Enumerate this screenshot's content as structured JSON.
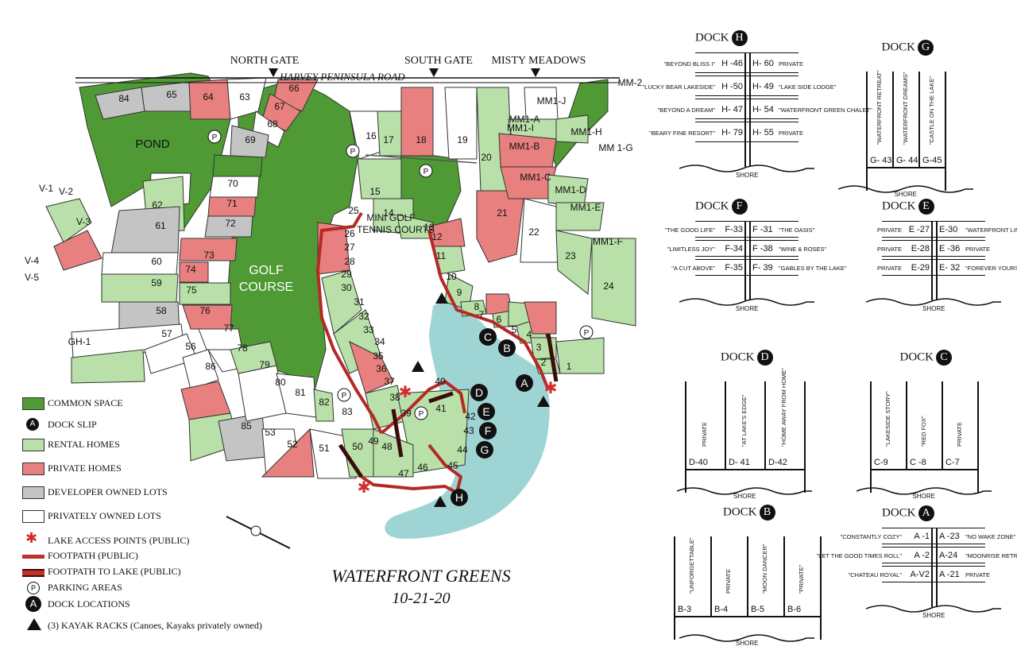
{
  "map": {
    "title": "WATERFRONT GREENS",
    "date": "10-21-20",
    "road": "HARVEY PENINSULA ROAD",
    "gates": [
      "NORTH GATE",
      "SOUTH GATE",
      "MISTY MEADOWS"
    ],
    "areas": {
      "pond": "POND",
      "golf": "GOLF",
      "course": "COURSE",
      "mini": "MINI GOLF",
      "tennis": "TENNIS COURTS"
    },
    "lot_labels": [
      "84",
      "65",
      "64",
      "63",
      "66",
      "67",
      "68",
      "69",
      "70",
      "71",
      "72",
      "73",
      "74",
      "75",
      "76",
      "77",
      "78",
      "79",
      "80",
      "81",
      "82",
      "83",
      "85",
      "86",
      "56",
      "57",
      "58",
      "59",
      "60",
      "61",
      "62",
      "53",
      "52",
      "51",
      "50",
      "49",
      "48",
      "47",
      "46",
      "45",
      "44",
      "43",
      "42",
      "41",
      "40",
      "39",
      "38",
      "37",
      "36",
      "35",
      "34",
      "33",
      "32",
      "31",
      "30",
      "29",
      "28",
      "27",
      "26",
      "25",
      "15",
      "16",
      "17",
      "18",
      "19",
      "20",
      "21",
      "22",
      "23",
      "24",
      "14",
      "13",
      "12",
      "11",
      "10",
      "9",
      "8",
      "7",
      "6",
      "5",
      "4",
      "3",
      "2",
      "1",
      "V-1",
      "V-2",
      "V-3",
      "V-4",
      "V-5",
      "GH-1",
      "MM1-J",
      "MM1-I",
      "MM1-H",
      "MM 1-G",
      "MM1-A",
      "MM1-B",
      "MM1-C",
      "MM1-D",
      "MM1-E",
      "MM1-F",
      "MM-2"
    ]
  },
  "legend": [
    {
      "label": "COMMON SPACE",
      "color": "#4f9a35"
    },
    {
      "label": "DOCK SLIP",
      "icon": "A"
    },
    {
      "label": "RENTAL HOMES",
      "color": "#b8e0a8"
    },
    {
      "label": "PRIVATE HOMES",
      "color": "#e98080"
    },
    {
      "label": "DEVELOPER OWNED LOTS",
      "color": "#c4c4c4"
    },
    {
      "label": "PRIVATELY OWNED LOTS",
      "color": "#ffffff"
    },
    {
      "label": "LAKE ACCESS POINTS (PUBLIC)",
      "icon": "asterisk"
    },
    {
      "label": "FOOTPATH (PUBLIC)",
      "icon": "red-line"
    },
    {
      "label": "FOOTPATH TO LAKE (PUBLIC)",
      "icon": "dark-line"
    },
    {
      "label": "PARKING AREAS",
      "icon": "P"
    },
    {
      "label": "DOCK LOCATIONS",
      "icon": "A-big"
    },
    {
      "label": "(3) KAYAK RACKS (Canoes, Kayaks privately owned)",
      "icon": "triangle"
    }
  ],
  "docks": {
    "H": {
      "title": "DOCK",
      "letter": "H",
      "rows": [
        {
          "l": "\"BEYOND BLISS I\"",
          "ls": "H -46",
          "rs": "H- 60",
          "r": "PRIVATE"
        },
        {
          "l": "\"LUCKY BEAR LAKESIDE\"",
          "ls": "H -50",
          "rs": "H- 49",
          "r": "\"LAKE SIDE LODGE\""
        },
        {
          "l": "\"BEYOND A DREAM\"",
          "ls": "H- 47",
          "rs": "H- 54",
          "r": "\"WATERFRONT GREEN CHALET\""
        },
        {
          "l": "\"BEARY FINE RESORT\"",
          "ls": "H- 79",
          "rs": "H- 55",
          "r": "PRIVATE"
        }
      ],
      "shore": "SHORE"
    },
    "G": {
      "title": "DOCK",
      "letter": "G",
      "slips": [
        {
          "slip": "G- 43",
          "name": "\"WATERFRONT RETREAT\""
        },
        {
          "slip": "G- 44",
          "name": "\"WATERFRONT DREAMS\""
        },
        {
          "slip": "G-45",
          "name": "\"CASTLE ON THE LAKE\""
        }
      ],
      "shore": "SHORE"
    },
    "F": {
      "title": "DOCK",
      "letter": "F",
      "rows": [
        {
          "l": "\"THE GOOD LIFE\"",
          "ls": "F-33",
          "rs": "F -31",
          "r": "\"THE OASIS\""
        },
        {
          "l": "\"LIMITLESS JOY\"",
          "ls": "F-34",
          "rs": "F -38",
          "r": "\"WINE & ROSES\""
        },
        {
          "l": "\"A CUT ABOVE\"",
          "ls": "F-35",
          "rs": "F- 39",
          "r": "\"GABLES BY THE LAKE\""
        }
      ],
      "shore": "SHORE"
    },
    "E": {
      "title": "DOCK",
      "letter": "E",
      "rows": [
        {
          "l": "PRIVATE",
          "ls": "E -27",
          "rs": "E-30",
          "r": "\"WATERFRONT LINKS\""
        },
        {
          "l": "PRIVATE",
          "ls": "E-28",
          "rs": "E -36",
          "r": "PRIVATE"
        },
        {
          "l": "PRIVATE",
          "ls": "E-29",
          "rs": "E- 32",
          "r": "\"FOREVER YOURS\""
        }
      ],
      "shore": "SHORE"
    },
    "D": {
      "title": "DOCK",
      "letter": "D",
      "slips": [
        {
          "slip": "D-40",
          "name": "PRIVATE"
        },
        {
          "slip": "D- 41",
          "name": "\"AT LAKE'S EDGE\""
        },
        {
          "slip": "D-42",
          "name": "\"HOME AWAY FROM HOME\""
        }
      ],
      "shore": "SHORE"
    },
    "C": {
      "title": "DOCK",
      "letter": "C",
      "slips": [
        {
          "slip": "C-9",
          "name": "\"LAKESIDE STORY\""
        },
        {
          "slip": "C -8",
          "name": "\"RED FOX\""
        },
        {
          "slip": "C-7",
          "name": "PRIVATE"
        }
      ],
      "shore": "SHORE"
    },
    "B": {
      "title": "DOCK",
      "letter": "B",
      "slips": [
        {
          "slip": "B-3",
          "name": "\"UNFORGETTABLE\""
        },
        {
          "slip": "B-4",
          "name": "PRIVATE"
        },
        {
          "slip": "B-5",
          "name": "\"MOON DANCER\""
        },
        {
          "slip": "B-6",
          "name": "\"PRIVATE\""
        }
      ],
      "shore": "SHORE"
    },
    "A": {
      "title": "DOCK",
      "letter": "A",
      "rows": [
        {
          "l": "\"CONSTANTLY COZY\"",
          "ls": "A -1",
          "rs": "A -23",
          "r": "\"NO WAKE ZONE\""
        },
        {
          "l": "\"LET THE GOOD TIMES ROLL\"",
          "ls": "A -2",
          "rs": "A-24",
          "r": "\"MOONRISE RETREAT\""
        },
        {
          "l": "\"CHATEAU ROYAL\"",
          "ls": "A-V2",
          "rs": "A -21",
          "r": "PRIVATE"
        }
      ],
      "shore": "SHORE"
    }
  }
}
